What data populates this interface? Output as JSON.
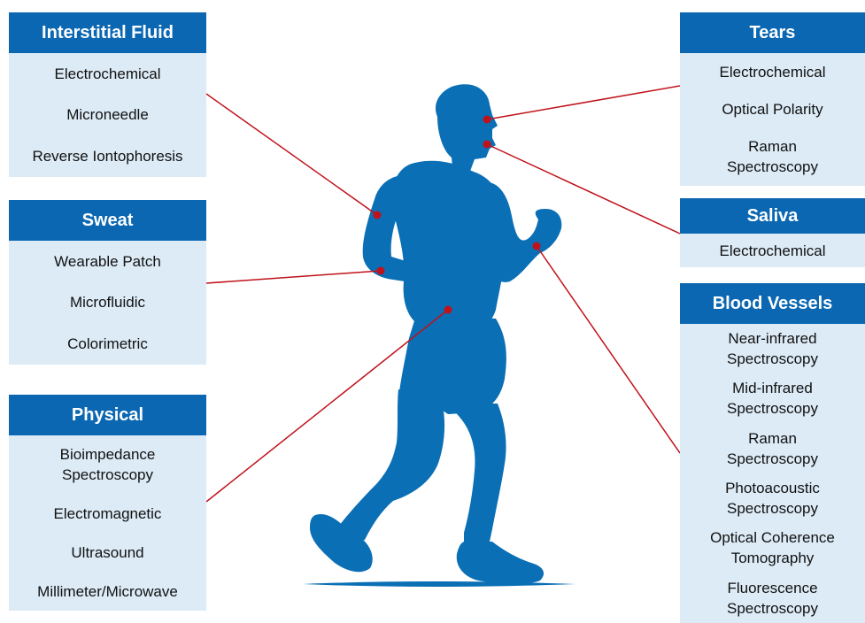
{
  "panels": {
    "interstitial": {
      "title": "Interstitial Fluid",
      "items": [
        "Electrochemical",
        "Microneedle",
        "Reverse Iontophoresis"
      ]
    },
    "sweat": {
      "title": "Sweat",
      "items": [
        "Wearable Patch",
        "Microfluidic",
        "Colorimetric"
      ]
    },
    "physical": {
      "title": "Physical",
      "items": [
        "Bioimpedance\nSpectroscopy",
        "Electromagnetic",
        "Ultrasound",
        "Millimeter/Microwave"
      ]
    },
    "tears": {
      "title": "Tears",
      "items": [
        "Electrochemical",
        "Optical Polarity",
        "Raman\nSpectroscopy"
      ]
    },
    "saliva": {
      "title": "Saliva",
      "items": [
        "Electrochemical"
      ]
    },
    "blood": {
      "title": "Blood Vessels",
      "items": [
        "Near-infrared\nSpectroscopy",
        "Mid-infrared\nSpectroscopy",
        "Raman\nSpectroscopy",
        "Photoacoustic\nSpectroscopy",
        "Optical Coherence\nTomography",
        "Fluorescence\nSpectroscopy"
      ]
    }
  },
  "colors": {
    "header": "#0b67b2",
    "body": "#dcebf6",
    "figure": "#0a6fb5",
    "connector": "#c0121b"
  },
  "figure_icon": "running-man-silhouette-icon"
}
